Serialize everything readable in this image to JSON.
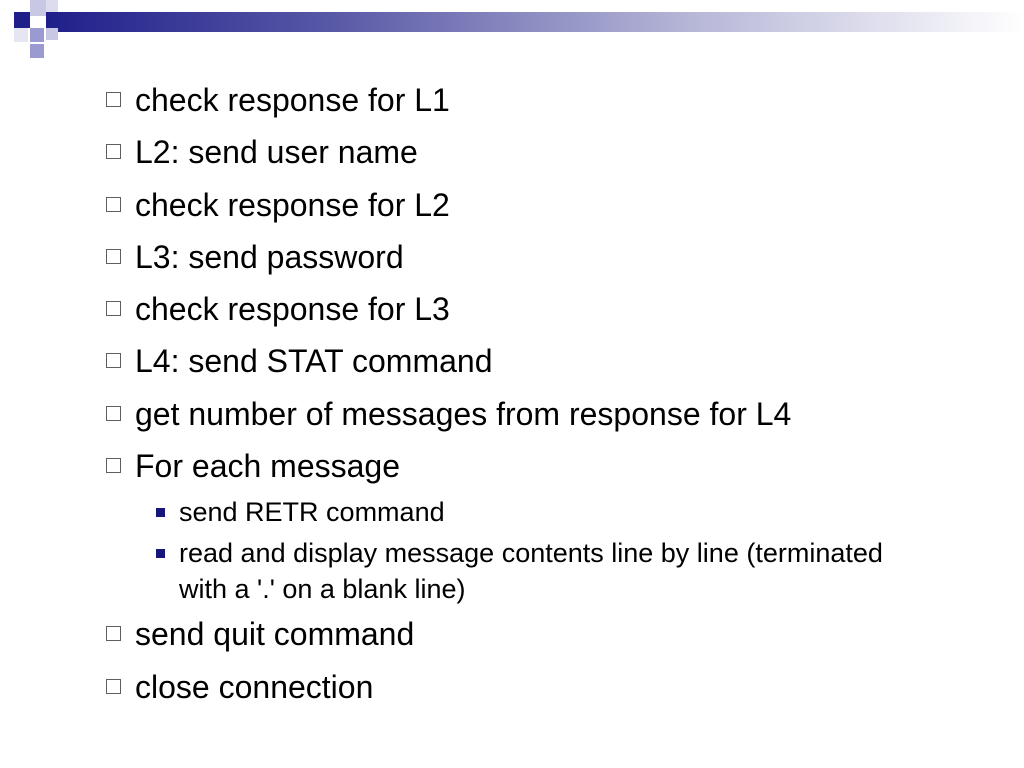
{
  "slide": {
    "bullets": [
      {
        "text": "check response for L1"
      },
      {
        "text": "L2: send user name"
      },
      {
        "text": "check response for L2"
      },
      {
        "text": "L3: send password"
      },
      {
        "text": "check response for L3"
      },
      {
        "text": "L4: send STAT command"
      },
      {
        "text": "get number of messages from response for L4"
      },
      {
        "text": "For each message"
      }
    ],
    "sub_bullets": [
      {
        "text": "send RETR command"
      },
      {
        "text": "read and display message contents line by line (terminated with a '.' on a blank line)"
      }
    ],
    "closing_bullets": [
      {
        "text": "send quit command"
      },
      {
        "text": "close connection"
      }
    ]
  },
  "theme": {
    "header_color": "#1f1f8a",
    "bullet_square_color": "#15157a",
    "box_bullet_border": "#5f5f5f"
  }
}
